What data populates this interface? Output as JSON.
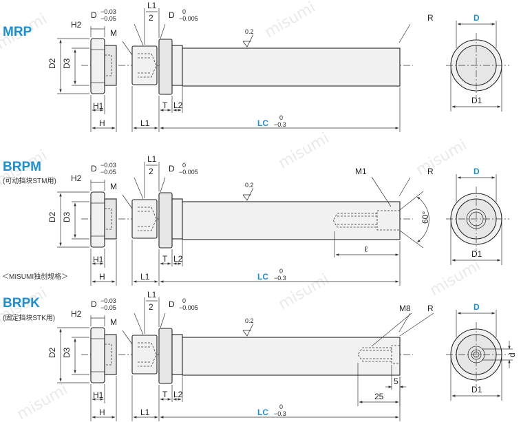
{
  "watermark": "misumi",
  "views": [
    {
      "title": "MRP",
      "note": "",
      "dims": {
        "h2": "H2",
        "d_tol_top": "−0.03",
        "d_tol_bot": "−0.05",
        "d_label": "D",
        "l1_half_top": "L1",
        "l1_half_bot": "2",
        "d_tol2_top": "0",
        "d_tol2_bot": "−0.005",
        "d_label2": "D",
        "m": "M",
        "d2": "D2",
        "d3": "D3",
        "h1": "H1",
        "h": "H",
        "l1": "L1",
        "t": "T",
        "l2": "L2",
        "lc": "LC",
        "lc_tol_top": "0",
        "lc_tol_bot": "−0.3",
        "r": "R",
        "rough": "0.2",
        "end_d": "D",
        "end_d1": "D1"
      }
    },
    {
      "title": "BRPM",
      "note": "(可动挡块STM用)",
      "bottom_note": "＜MISUMI独创规格＞",
      "dims": {
        "h2": "H2",
        "d_tol_top": "−0.03",
        "d_tol_bot": "−0.05",
        "d_label": "D",
        "l1_half_top": "L1",
        "l1_half_bot": "2",
        "d_tol2_top": "0",
        "d_tol2_bot": "−0.005",
        "d_label2": "D",
        "m": "M",
        "d2": "D2",
        "d3": "D3",
        "h1": "H1",
        "h": "H",
        "l1": "L1",
        "t": "T",
        "l2": "L2",
        "lc": "LC",
        "lc_tol_top": "0",
        "lc_tol_bot": "−0.3",
        "r": "R",
        "rough": "0.2",
        "m1": "M1",
        "angle": "60°",
        "ell": "ℓ",
        "end_d": "D",
        "end_d1": "D1"
      }
    },
    {
      "title": "BRPK",
      "note": "(固定挡块STK用)",
      "dims": {
        "h2": "H2",
        "d_tol_top": "−0.03",
        "d_tol_bot": "−0.05",
        "d_label": "D",
        "l1_half_top": "L1",
        "l1_half_bot": "2",
        "d_tol2_top": "0",
        "d_tol2_bot": "−0.005",
        "d_label2": "D",
        "m": "M",
        "d2": "D2",
        "d3": "D3",
        "h1": "H1",
        "h": "H",
        "l1": "L1",
        "t": "T",
        "l2": "L2",
        "lc": "LC",
        "lc_tol_top": "0",
        "lc_tol_bot": "−0.3",
        "r": "R",
        "rough": "0.2",
        "m8": "M8",
        "dim5": "5",
        "dim25": "25",
        "small_d": "d",
        "end_d": "D",
        "end_d1": "D1"
      }
    }
  ]
}
